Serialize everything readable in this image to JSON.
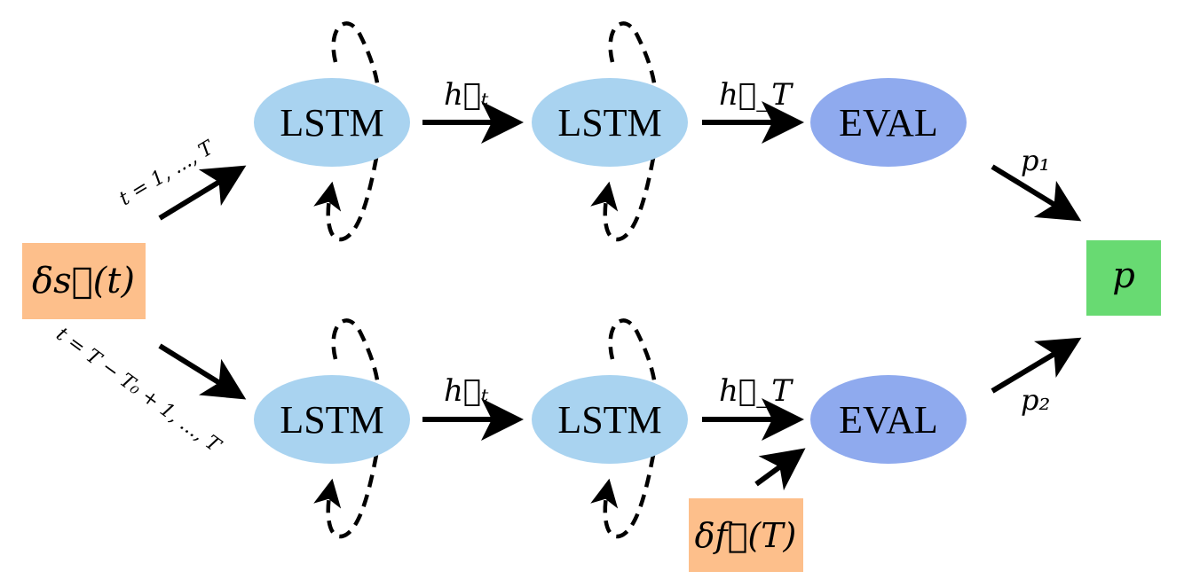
{
  "nodes": {
    "input": {
      "label": "δs⃗(t)",
      "color": "#FDBF8B"
    },
    "lstm_label": "LSTM",
    "eval_label": "EVAL",
    "extra_input": {
      "label": "δf⃗(T)",
      "color": "#FDBF8B"
    },
    "output": {
      "label": "p",
      "color": "#68DA72"
    }
  },
  "colors": {
    "lstm": "#A9D3F0",
    "eval": "#8FAAEE"
  },
  "edges": {
    "top_input_label": "t = 1, ..., T",
    "bottom_input_label": "t = T − T₀ + 1, ..., T",
    "ht_label": "h⃗ₜ",
    "hT_label": "h⃗_T",
    "p1_label": "p₁",
    "p2_label": "p₂"
  }
}
